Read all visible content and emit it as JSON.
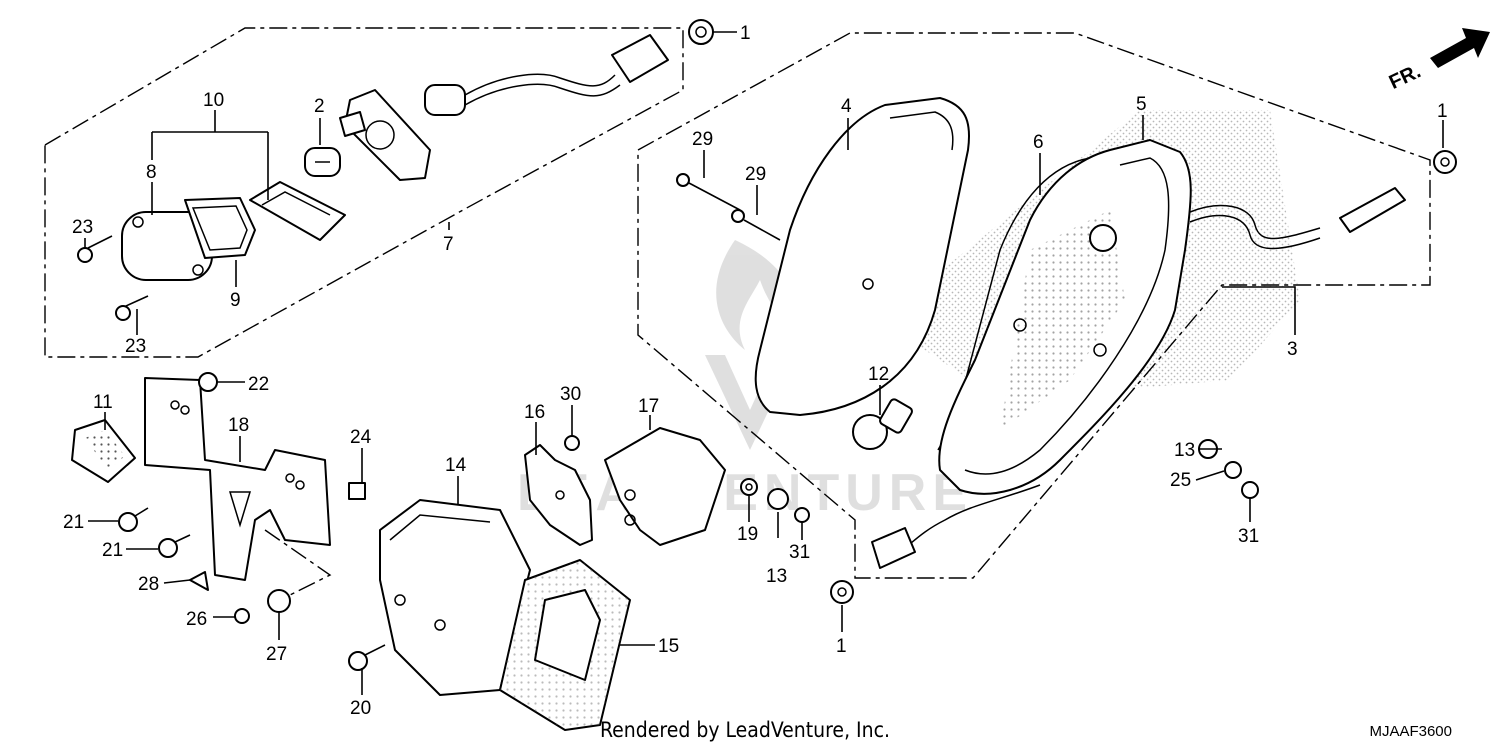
{
  "diagram": {
    "callouts": [
      "1",
      "2",
      "3",
      "4",
      "5",
      "6",
      "7",
      "8",
      "9",
      "10",
      "11",
      "12",
      "13",
      "14",
      "15",
      "16",
      "17",
      "18",
      "19",
      "20",
      "21",
      "22",
      "23",
      "24",
      "25",
      "26",
      "27",
      "28",
      "29",
      "30",
      "31"
    ],
    "direction_label": "FR.",
    "watermark": "LEADVENTURE",
    "footer_credit": "Rendered by LeadVenture, Inc.",
    "diagram_code": "MJAAF3600"
  }
}
